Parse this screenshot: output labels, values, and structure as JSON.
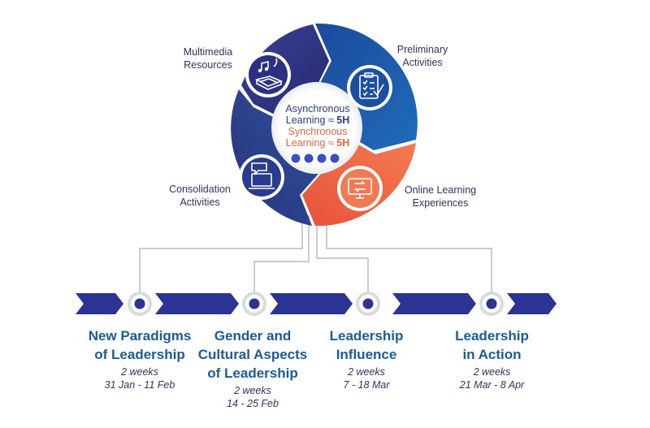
{
  "cycle": {
    "segments": [
      {
        "label_line1": "Multimedia",
        "label_line2": "Resources",
        "icon": "music-book-icon"
      },
      {
        "label_line1": "Preliminary",
        "label_line2": "Activities",
        "icon": "clipboard-checklist-icon"
      },
      {
        "label_line1": "Online Learning",
        "label_line2": "Experiences",
        "icon": "monitor-exchange-icon"
      },
      {
        "label_line1": "Consolidation",
        "label_line2": "Activities",
        "icon": "laptop-chat-icon"
      }
    ],
    "center": {
      "async_line1": "Asynchronous",
      "async_line2": "Learning",
      "async_approx": "≈",
      "async_value": "5H",
      "sync_line1": "Synchronous",
      "sync_line2": "Learning",
      "sync_approx": "≈",
      "sync_value": "5H"
    },
    "colors": {
      "dark_blue": "#2a2f7e",
      "mid_blue": "#1e56a8",
      "light_blue": "#1d6fba",
      "orange": "#ef6a45",
      "text_navy": "#2e3566",
      "title_blue": "#1b5b99"
    }
  },
  "timeline": {
    "modules": [
      {
        "title_line1": "New Paradigms",
        "title_line2": "of Leadership",
        "title_line3": "",
        "duration": "2 weeks",
        "dates": "31 Jan - 11 Feb"
      },
      {
        "title_line1": "Gender and",
        "title_line2": "Cultural Aspects",
        "title_line3": "of Leadership",
        "duration": "2 weeks",
        "dates": "14 - 25 Feb"
      },
      {
        "title_line1": "Leadership",
        "title_line2": "Influence",
        "title_line3": "",
        "duration": "2 weeks",
        "dates": "7  - 18 Mar"
      },
      {
        "title_line1": "Leadership",
        "title_line2": "in Action",
        "title_line3": "",
        "duration": "2 weeks",
        "dates": "21 Mar - 8 Apr"
      }
    ]
  }
}
